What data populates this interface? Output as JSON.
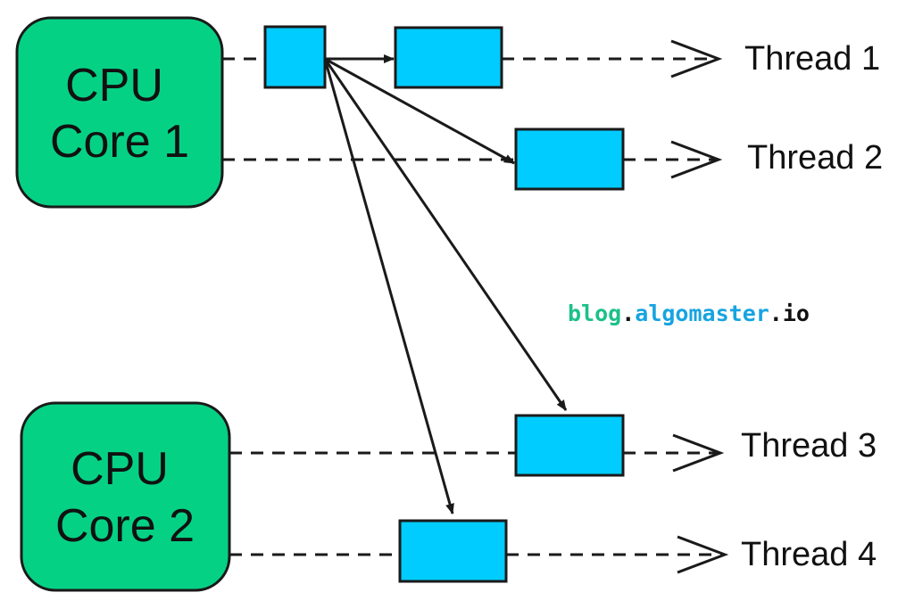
{
  "cores": [
    {
      "line1": "CPU",
      "line2": "Core 1"
    },
    {
      "line1": "CPU",
      "line2": "Core 2"
    }
  ],
  "threads": [
    {
      "label": "Thread 1"
    },
    {
      "label": "Thread 2"
    },
    {
      "label": "Thread 3"
    },
    {
      "label": "Thread 4"
    }
  ],
  "watermark": {
    "part1": "blog",
    "dot1": ".",
    "part2": "algomaster",
    "dot2": ".",
    "part3": "io"
  },
  "colors": {
    "core_fill": "#05D185",
    "task_fill": "#00CCFF",
    "stroke": "#1a1a1a",
    "watermark_green": "#1CC08A",
    "watermark_blue": "#17A4E0",
    "watermark_dark": "#111111"
  }
}
